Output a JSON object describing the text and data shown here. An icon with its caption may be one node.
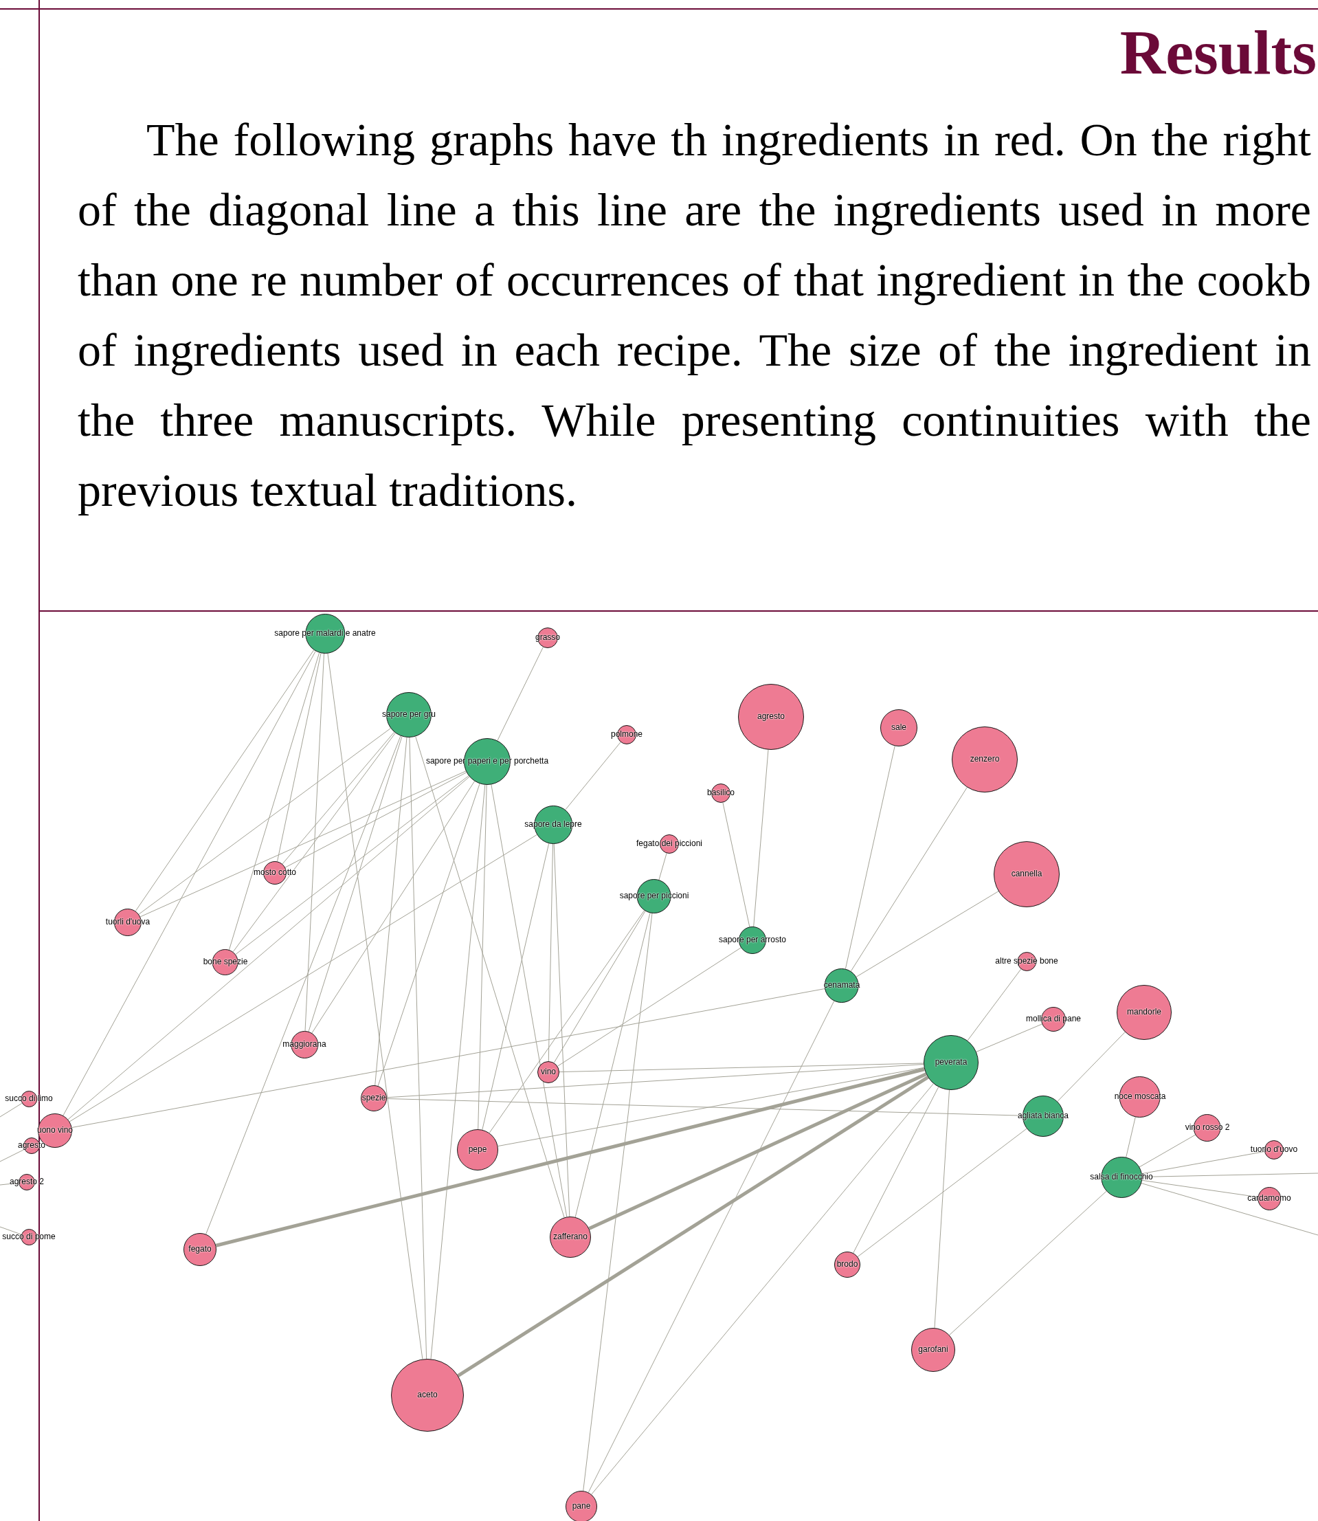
{
  "diagram": {
    "title": "Results",
    "nodes": [
      {
        "text": [
          "sapore per malardi e anatre"
        ]
      },
      {
        "text": [
          "grasso"
        ]
      },
      {
        "text": [
          "sapore per gru"
        ]
      },
      {
        "text": [
          "agresto"
        ]
      },
      {
        "text": [
          "sale"
        ]
      },
      {
        "text": [
          "polmone"
        ]
      },
      {
        "text": [
          "zenzero"
        ]
      },
      {
        "text": [
          "sapore per paperi e per porchetta"
        ]
      },
      {
        "text": [
          "basilico"
        ]
      },
      {
        "text": [
          "sapore da lepre"
        ]
      },
      {
        "text": [
          "fegato dei piccioni"
        ]
      },
      {
        "text": [
          "mosto cotto"
        ]
      },
      {
        "text": [
          "cannella"
        ]
      },
      {
        "text": [
          "sapore per piccioni"
        ]
      },
      {
        "text": [
          "tuorli d'uova"
        ]
      },
      {
        "text": [
          "sapore per arrosto"
        ]
      },
      {
        "text": [
          "altre spezie bone"
        ]
      },
      {
        "text": [
          "bone spezie"
        ]
      },
      {
        "text": [
          "cenamata"
        ]
      },
      {
        "text": [
          "mandorle"
        ]
      },
      {
        "text": [
          "mollica di pane"
        ]
      },
      {
        "text": [
          "maggiorana"
        ]
      },
      {
        "text": [
          "peverata"
        ]
      },
      {
        "text": [
          "vino"
        ]
      },
      {
        "text": [
          "noce moscata"
        ]
      },
      {
        "text": [
          "spezie"
        ]
      },
      {
        "text": [
          "succo di limo"
        ]
      },
      {
        "text": [
          "agliata bianca"
        ]
      },
      {
        "text": [
          "vino rosso 2"
        ]
      },
      {
        "text": [
          "uono vino"
        ]
      },
      {
        "text": [
          "agresto"
        ]
      },
      {
        "text": [
          "pepe"
        ]
      },
      {
        "text": [
          "tuorlo d'uovo"
        ]
      },
      {
        "text": [
          "salsa di finocchio"
        ]
      },
      {
        "text": [
          "agresto 2"
        ]
      },
      {
        "text": [
          "cardamomo"
        ]
      },
      {
        "text": [
          "succo di pome"
        ]
      },
      {
        "text": [
          "zafferano"
        ]
      },
      {
        "text": [
          "fegato"
        ]
      },
      {
        "text": [
          "brodo"
        ]
      },
      {
        "text": [
          "garofani"
        ]
      },
      {
        "text": [
          "aceto"
        ]
      },
      {
        "text": [
          "pane"
        ]
      }
    ],
    "edges": [
      {
        "from": 0,
        "to": 14,
        "arrow": "none"
      },
      {
        "from": 0,
        "to": 29,
        "arrow": "none"
      },
      {
        "from": 0,
        "to": 11,
        "arrow": "none"
      },
      {
        "from": 0,
        "to": 17,
        "arrow": "none"
      },
      {
        "from": 0,
        "to": 21,
        "arrow": "none"
      },
      {
        "from": 0,
        "to": 41,
        "arrow": "none"
      },
      {
        "from": 2,
        "to": 14,
        "arrow": "none"
      },
      {
        "from": 2,
        "to": 11,
        "arrow": "none"
      },
      {
        "from": 2,
        "to": 17,
        "arrow": "none"
      },
      {
        "from": 2,
        "to": 38,
        "arrow": "none"
      },
      {
        "from": 2,
        "to": 21,
        "arrow": "none"
      },
      {
        "from": 2,
        "to": 41,
        "arrow": "none"
      },
      {
        "from": 2,
        "to": 37,
        "arrow": "none"
      },
      {
        "from": 2,
        "to": 25,
        "arrow": "none"
      },
      {
        "from": 7,
        "to": 1,
        "arrow": "none"
      },
      {
        "from": 7,
        "to": 14,
        "arrow": "none"
      },
      {
        "from": 7,
        "to": 11,
        "arrow": "none"
      },
      {
        "from": 7,
        "to": 17,
        "arrow": "none"
      },
      {
        "from": 7,
        "to": 29,
        "arrow": "none"
      },
      {
        "from": 7,
        "to": 21,
        "arrow": "none"
      },
      {
        "from": 7,
        "to": 31,
        "arrow": "none"
      },
      {
        "from": 7,
        "to": 41,
        "arrow": "none"
      },
      {
        "from": 7,
        "to": 37,
        "arrow": "none"
      },
      {
        "from": 7,
        "to": 25,
        "arrow": "none"
      },
      {
        "from": 9,
        "to": 5,
        "arrow": "none"
      },
      {
        "from": 9,
        "to": 29,
        "arrow": "none"
      },
      {
        "from": 9,
        "to": 23,
        "arrow": "none"
      },
      {
        "from": 9,
        "to": 31,
        "arrow": "none"
      },
      {
        "from": 9,
        "to": 37,
        "arrow": "none"
      },
      {
        "from": 13,
        "to": 10,
        "arrow": "none"
      },
      {
        "from": 13,
        "to": 23,
        "arrow": "none"
      },
      {
        "from": 13,
        "to": 31,
        "arrow": "none"
      },
      {
        "from": 13,
        "to": 42,
        "arrow": "none"
      },
      {
        "from": 13,
        "to": 37,
        "arrow": "none"
      },
      {
        "from": 15,
        "to": 8,
        "arrow": "none"
      },
      {
        "from": 15,
        "to": 3,
        "arrow": "none"
      },
      {
        "from": 15,
        "to": 23,
        "arrow": "none"
      },
      {
        "from": 18,
        "to": 4,
        "arrow": "none"
      },
      {
        "from": 18,
        "to": 6,
        "arrow": "none"
      },
      {
        "from": 18,
        "to": 12,
        "arrow": "none"
      },
      {
        "from": 18,
        "to": 29,
        "arrow": "none"
      },
      {
        "from": 18,
        "to": 42,
        "arrow": "none"
      },
      {
        "from": 22,
        "to": 16,
        "arrow": "none"
      },
      {
        "from": 22,
        "to": 20,
        "arrow": "none"
      },
      {
        "from": 22,
        "to": 23,
        "arrow": "none"
      },
      {
        "from": 22,
        "to": 31,
        "arrow": "none"
      },
      {
        "from": 22,
        "to": 38,
        "arrow": "none",
        "style": "thick"
      },
      {
        "from": 22,
        "to": 37,
        "arrow": "none",
        "style": "thick"
      },
      {
        "from": 22,
        "to": 41,
        "arrow": "none",
        "style": "thick"
      },
      {
        "from": 22,
        "to": 39,
        "arrow": "none"
      },
      {
        "from": 22,
        "to": 40,
        "arrow": "none"
      },
      {
        "from": 22,
        "to": 42,
        "arrow": "none"
      },
      {
        "from": 22,
        "to": 25,
        "arrow": "none"
      },
      {
        "from": 27,
        "to": 25,
        "arrow": "none"
      },
      {
        "from": 27,
        "to": 19,
        "arrow": "none"
      },
      {
        "from": 27,
        "to": 39,
        "arrow": "none"
      },
      {
        "from": 33,
        "to": 24,
        "arrow": "none"
      },
      {
        "from": 33,
        "to": 28,
        "arrow": "none"
      },
      {
        "from": 33,
        "to": 32,
        "arrow": "none"
      },
      {
        "from": 33,
        "to": 35,
        "arrow": "none"
      },
      {
        "from": 33,
        "to": 40,
        "arrow": "none"
      },
      {
        "from": 33,
        "to": null,
        "arrow": "none"
      },
      {
        "from": 33,
        "to": null,
        "arrow": "none"
      },
      {
        "from": null,
        "to": 26,
        "arrow": "none"
      },
      {
        "from": null,
        "to": 30,
        "arrow": "none"
      },
      {
        "from": null,
        "to": 34,
        "arrow": "none"
      },
      {
        "from": null,
        "to": 36,
        "arrow": "none"
      }
    ],
    "labels": [
      "The following graphs have th ingredients in red. On the right of the diagonal line a this line are the ingredients used in more than one re number of occurrences of that ingredient in the cookb of ingredients used in each recipe. The size of the ingredient in the three manuscripts. While presenting continuities with the previous textual traditions."
    ]
  }
}
